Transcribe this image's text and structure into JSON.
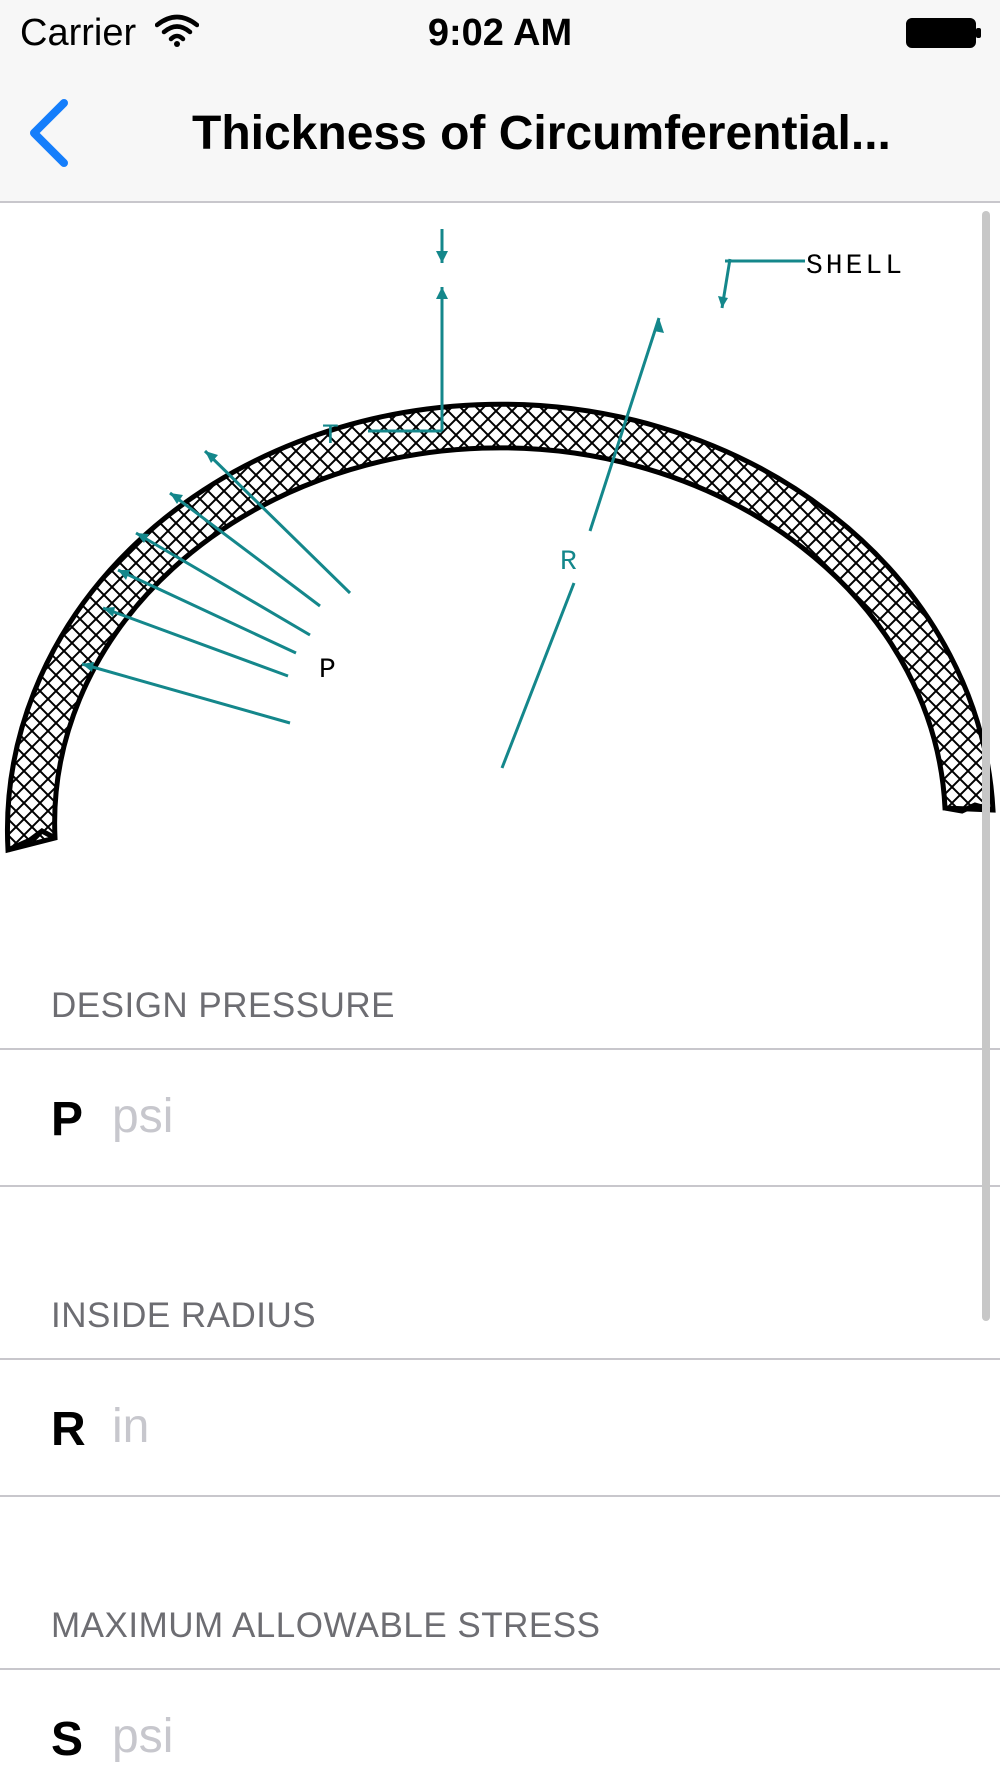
{
  "status_bar": {
    "carrier": "Carrier",
    "time": "9:02 AM"
  },
  "nav_bar": {
    "title": "Thickness of Circumferential...",
    "back_icon": "chevron-left-icon",
    "accent_color": "#157efb"
  },
  "diagram": {
    "label_shell": "SHELL",
    "label_t": "T",
    "label_r": "R",
    "label_p": "P",
    "line_color": "#14878b"
  },
  "form": {
    "sections": [
      {
        "header": "DESIGN PRESSURE",
        "symbol": "P",
        "placeholder": "psi",
        "value": ""
      },
      {
        "header": "INSIDE RADIUS",
        "symbol": "R",
        "placeholder": "in",
        "value": ""
      },
      {
        "header": "MAXIMUM ALLOWABLE STRESS",
        "symbol": "S",
        "placeholder": "psi",
        "value": ""
      }
    ]
  }
}
